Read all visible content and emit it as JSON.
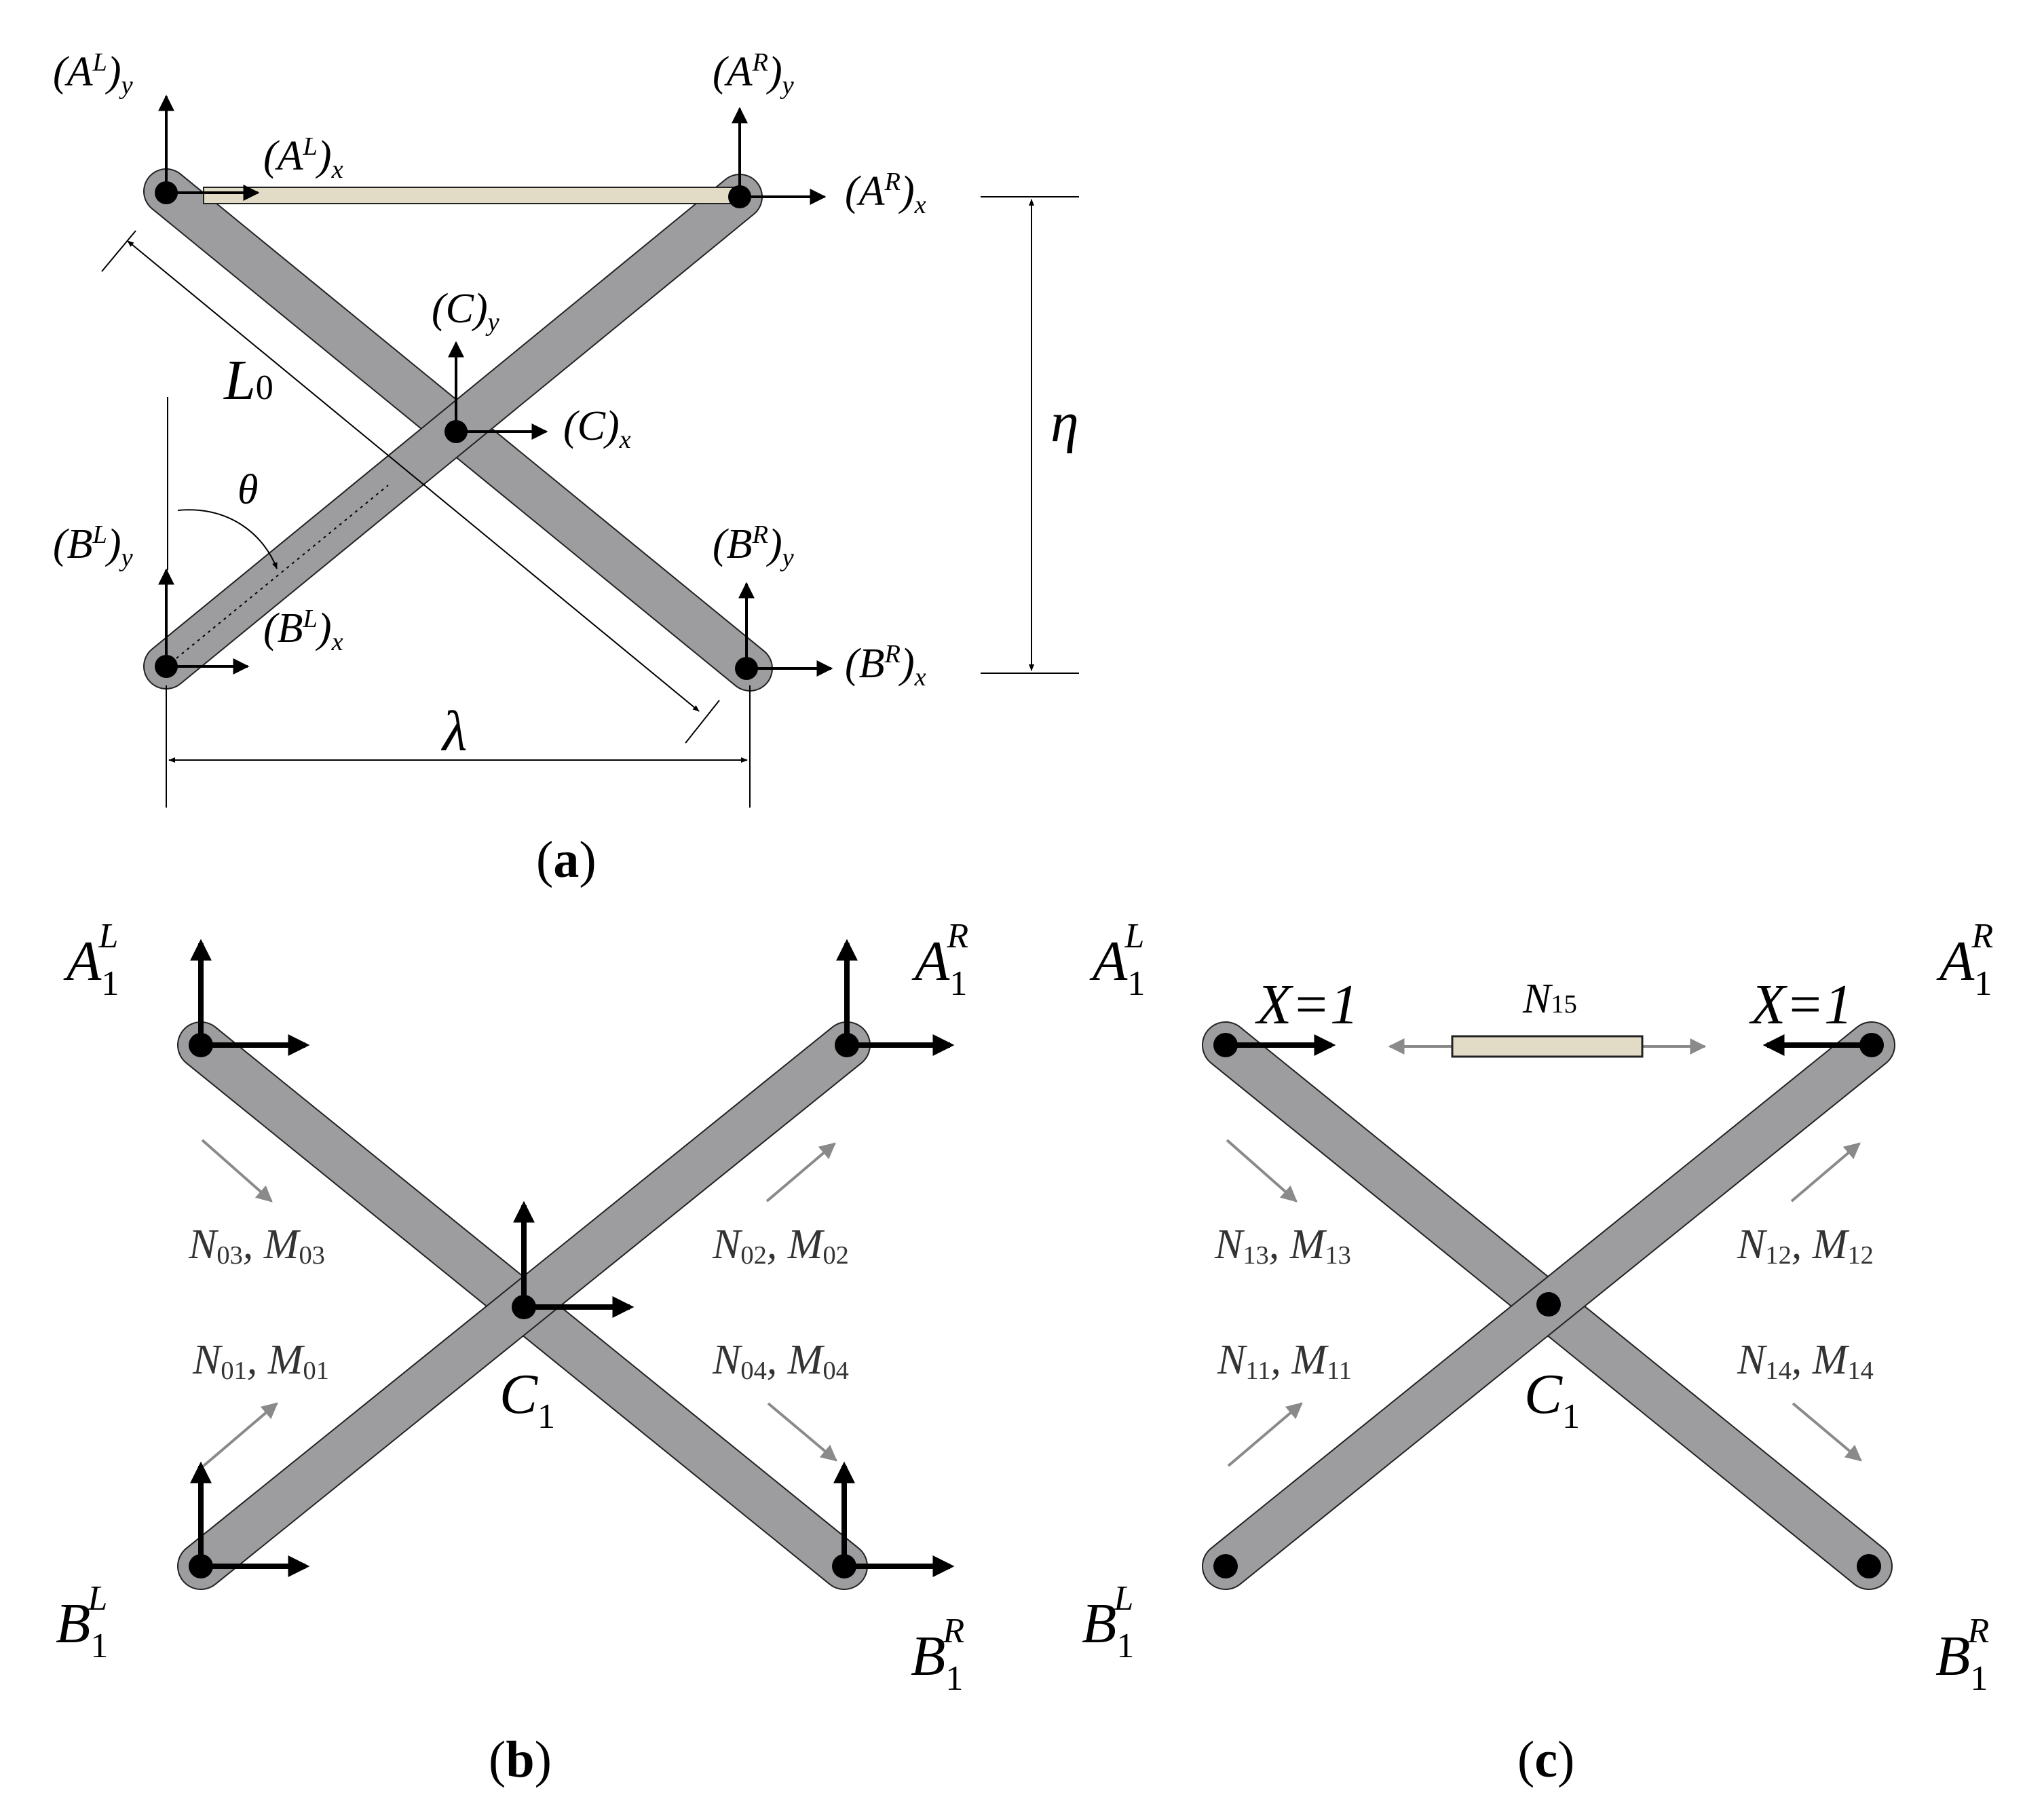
{
  "panels": {
    "a": {
      "caption_open": "(",
      "caption_letter": "a",
      "caption_close": ")",
      "labels": {
        "AL_y": {
          "base": "(A",
          "sup": "L",
          "close": ")",
          "sub": "y"
        },
        "AL_x": {
          "base": "(A",
          "sup": "L",
          "close": ")",
          "sub": "x"
        },
        "AR_y": {
          "base": "(A",
          "sup": "R",
          "close": ")",
          "sub": "y"
        },
        "AR_x": {
          "base": "(A",
          "sup": "R",
          "close": ")",
          "sub": "x"
        },
        "C_y": {
          "base": "(C",
          "close": ")",
          "sub": "y"
        },
        "C_x": {
          "base": "(C",
          "close": ")",
          "sub": "x"
        },
        "BL_y": {
          "base": "(B",
          "sup": "L",
          "close": ")",
          "sub": "y"
        },
        "BL_x": {
          "base": "(B",
          "sup": "L",
          "close": ")",
          "sub": "x"
        },
        "BR_y": {
          "base": "(B",
          "sup": "R",
          "close": ")",
          "sub": "y"
        },
        "BR_x": {
          "base": "(B",
          "sup": "R",
          "close": ")",
          "sub": "x"
        }
      },
      "dim_L0": {
        "base": "L",
        "sub": "0"
      },
      "dim_theta": "θ",
      "dim_lambda": "λ",
      "dim_eta": "η"
    },
    "b": {
      "caption_open": "(",
      "caption_letter": "b",
      "caption_close": ")",
      "nodes": {
        "AL": {
          "base": "A",
          "sub": "1",
          "sup": "L"
        },
        "AR": {
          "base": "A",
          "sub": "1",
          "sup": "R"
        },
        "BL": {
          "base": "B",
          "sub": "1",
          "sup": "L"
        },
        "BR": {
          "base": "B",
          "sub": "1",
          "sup": "R"
        },
        "C": {
          "base": "C",
          "sub": "1"
        }
      },
      "forces": {
        "f03": {
          "n": "N",
          "ns": "03",
          "sep": ", ",
          "m": "M",
          "ms": "03"
        },
        "f02": {
          "n": "N",
          "ns": "02",
          "sep": ", ",
          "m": "M",
          "ms": "02"
        },
        "f01": {
          "n": "N",
          "ns": "01",
          "sep": ", ",
          "m": "M",
          "ms": "01"
        },
        "f04": {
          "n": "N",
          "ns": "04",
          "sep": ", ",
          "m": "M",
          "ms": "04"
        }
      }
    },
    "c": {
      "caption_open": "(",
      "caption_letter": "c",
      "caption_close": ")",
      "nodes": {
        "AL": {
          "base": "A",
          "sub": "1",
          "sup": "L"
        },
        "AR": {
          "base": "A",
          "sub": "1",
          "sup": "R"
        },
        "BL": {
          "base": "B",
          "sub": "1",
          "sup": "L"
        },
        "BR": {
          "base": "B",
          "sub": "1",
          "sup": "R"
        },
        "C": {
          "base": "C",
          "sub": "1"
        }
      },
      "unit_load_left": "X=1",
      "unit_load_right": "X=1",
      "bar_label": {
        "base": "N",
        "sub": "15"
      },
      "forces": {
        "f13": {
          "n": "N",
          "ns": "13",
          "sep": ", ",
          "m": "M",
          "ms": "13"
        },
        "f12": {
          "n": "N",
          "ns": "12",
          "sep": ", ",
          "m": "M",
          "ms": "12"
        },
        "f11": {
          "n": "N",
          "ns": "11",
          "sep": ", ",
          "m": "M",
          "ms": "11"
        },
        "f14": {
          "n": "N",
          "ns": "14",
          "sep": ", ",
          "m": "M",
          "ms": "14"
        }
      }
    }
  },
  "colors": {
    "bar_fill": "#9d9da0",
    "bar_stroke": "#222222",
    "tie_fill": "#e2dcc6",
    "force_arrow": "#8a8a8a",
    "ink": "#000000"
  }
}
